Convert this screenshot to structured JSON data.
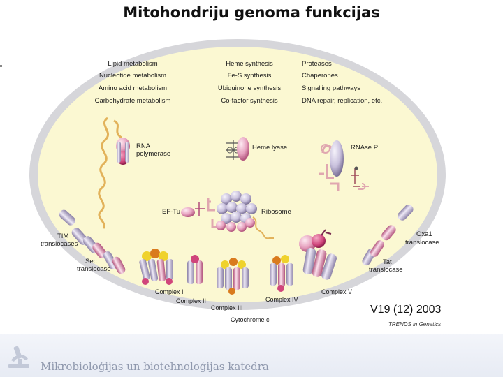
{
  "slide": {
    "title": "Mitohondriju genoma funkcijas",
    "footer": "Mikrobioloģijas un biotehnoloģijas katedra"
  },
  "figure": {
    "functions": {
      "col1": [
        "Lipid metabolism",
        "Nucleotide metabolism",
        "Amino acid metabolism",
        "Carbohydrate metabolism"
      ],
      "col2": [
        "Heme synthesis",
        "Fe-S synthesis",
        "Ubiquinone synthesis",
        "Co-factor synthesis"
      ],
      "col3": [
        "Proteases",
        "Chaperones",
        "Signalling pathways",
        "DNA repair, replication, etc."
      ]
    },
    "labels": {
      "rna_pol_1": "RNA",
      "rna_pol_2": "polymerase",
      "heme_lyase": "Heme lyase",
      "rnase_p": "RNAse P",
      "ef_tu": "EF-Tu",
      "ribosome": "Ribosome",
      "tim_1": "TIM",
      "tim_2": "translocases",
      "sec_1": "Sec",
      "sec_2": "translocase",
      "oxa1_1": "Oxa1",
      "oxa1_2": "translocase",
      "tat_1": "Tat",
      "tat_2": "translocase",
      "complex_i": "Complex I",
      "complex_ii": "Complex II",
      "complex_iii": "Complex III",
      "complex_iv": "Complex IV",
      "complex_v": "Complex V",
      "cytochrome_c": "Cytochrome c"
    },
    "citation": "V19 (12) 2003",
    "journal": "TRENDS in Genetics"
  },
  "colors": {
    "matrix": "#fbf8d2",
    "membrane": "#d6d6da",
    "protein_lilac": "#c9c1dd",
    "protein_pink": "#e7a3c0",
    "protein_magenta": "#d0457b",
    "rna_gold": "#e2b25a",
    "heme_orange": "#d97b1e",
    "heme_yellow": "#efd22c"
  }
}
